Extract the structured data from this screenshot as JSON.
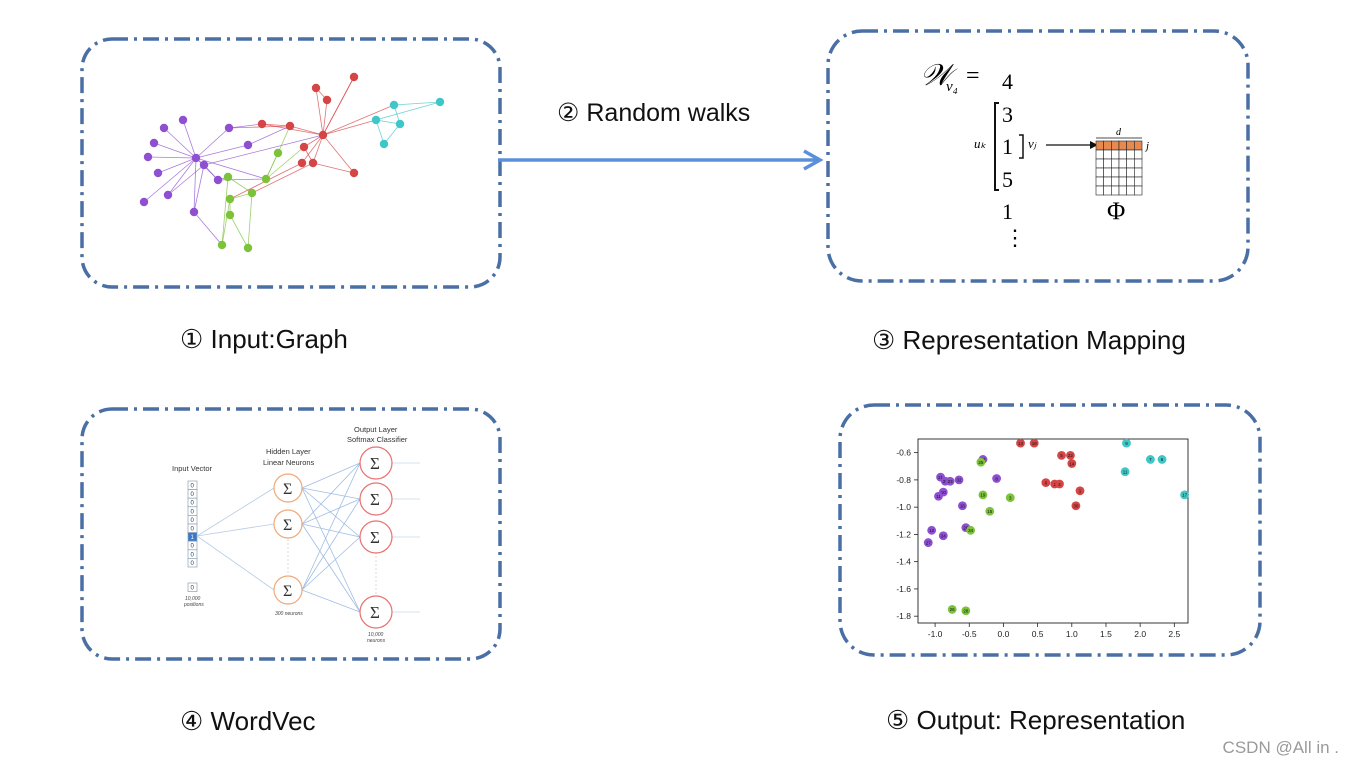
{
  "captions": {
    "input_graph": "① Input:Graph",
    "random_walks": "② Random walks",
    "representation_mapping": "③ Representation Mapping",
    "wordvec": "④ WordVec",
    "output": "⑤ Output: Representation"
  },
  "colors": {
    "frame": "#4a6fa5",
    "arrow": "#5b8fd9",
    "purple": "#8e4fd1",
    "green": "#7cc23a",
    "red": "#d64545",
    "cyan": "#3fc6c6",
    "orange": "#e88a4f"
  },
  "mapping": {
    "walk_label": "𝒲",
    "walk_sub": "v₄",
    "equals": "=",
    "sequence": [
      "4",
      "3",
      "1",
      "5",
      "1",
      "⋮"
    ],
    "uk": "uₖ",
    "vj": "vⱼ",
    "d": "d",
    "j": "j",
    "phi": "Φ"
  },
  "wordvec": {
    "input_title": "Input Vector",
    "hidden_title_1": "Hidden Layer",
    "hidden_title_2": "Linear Neurons",
    "output_title_1": "Output Layer",
    "output_title_2": "Softmax Classifier",
    "sigma": "Σ",
    "input_cells": [
      "0",
      "0",
      "0",
      "0",
      "0",
      "0",
      "1",
      "0",
      "0",
      "0"
    ],
    "last_cell": "0",
    "positions_1": "10,000",
    "positions_2": "positions",
    "hidden_count": "300 neurons",
    "output_count_1": "10,000",
    "output_count_2": "neurons"
  },
  "chart_data": {
    "type": "scatter",
    "xlim": [
      -1.25,
      2.7
    ],
    "ylim": [
      -1.85,
      -0.5
    ],
    "x_ticks": [
      "-1.0",
      "-0.5",
      "0.0",
      "0.5",
      "1.0",
      "1.5",
      "2.0",
      "2.5"
    ],
    "y_ticks": [
      "-0.6",
      "-0.8",
      "-1.0",
      "-1.2",
      "-1.4",
      "-1.6",
      "-1.8"
    ],
    "series": [
      {
        "color": "purple",
        "points": [
          {
            "x": -0.92,
            "y": -0.78,
            "label": "21"
          },
          {
            "x": -0.85,
            "y": -0.81,
            "label": "29"
          },
          {
            "x": -0.78,
            "y": -0.81,
            "label": "23"
          },
          {
            "x": -0.65,
            "y": -0.8,
            "label": "32"
          },
          {
            "x": -0.3,
            "y": -0.65,
            "label": "33"
          },
          {
            "x": -0.1,
            "y": -0.79,
            "label": "8"
          },
          {
            "x": -0.88,
            "y": -0.89,
            "label": "10"
          },
          {
            "x": -0.95,
            "y": -0.92,
            "label": "11"
          },
          {
            "x": -0.6,
            "y": -0.99,
            "label": "16"
          },
          {
            "x": -1.05,
            "y": -1.17,
            "label": "12"
          },
          {
            "x": -1.1,
            "y": -1.26,
            "label": "27"
          },
          {
            "x": -0.88,
            "y": -1.21,
            "label": "24"
          },
          {
            "x": -0.55,
            "y": -1.15,
            "label": "20"
          }
        ]
      },
      {
        "color": "green",
        "points": [
          {
            "x": -0.33,
            "y": -0.67,
            "label": "25"
          },
          {
            "x": -0.3,
            "y": -0.91,
            "label": "19"
          },
          {
            "x": -0.2,
            "y": -1.03,
            "label": "15"
          },
          {
            "x": 0.1,
            "y": -0.93,
            "label": "3"
          },
          {
            "x": -0.48,
            "y": -1.17,
            "label": "34"
          },
          {
            "x": -0.75,
            "y": -1.75,
            "label": "26"
          },
          {
            "x": -0.55,
            "y": -1.76,
            "label": "28"
          }
        ]
      },
      {
        "color": "red",
        "points": [
          {
            "x": 0.25,
            "y": -0.53,
            "label": "13"
          },
          {
            "x": 0.45,
            "y": -0.53,
            "label": "18"
          },
          {
            "x": 0.85,
            "y": -0.62,
            "label": "5"
          },
          {
            "x": 0.98,
            "y": -0.62,
            "label": "22"
          },
          {
            "x": 1.0,
            "y": -0.68,
            "label": "14"
          },
          {
            "x": 0.62,
            "y": -0.82,
            "label": "6"
          },
          {
            "x": 0.75,
            "y": -0.83,
            "label": "2"
          },
          {
            "x": 0.82,
            "y": -0.83,
            "label": "4"
          },
          {
            "x": 1.12,
            "y": -0.88,
            "label": "1"
          },
          {
            "x": 1.06,
            "y": -0.99,
            "label": "30"
          }
        ]
      },
      {
        "color": "cyan",
        "points": [
          {
            "x": 1.8,
            "y": -0.53,
            "label": "9"
          },
          {
            "x": 2.15,
            "y": -0.65,
            "label": "7"
          },
          {
            "x": 2.32,
            "y": -0.65,
            "label": "6"
          },
          {
            "x": 1.78,
            "y": -0.74,
            "label": "11"
          },
          {
            "x": 2.65,
            "y": -0.91,
            "label": "17"
          }
        ]
      }
    ]
  },
  "watermark": "CSDN @All in ."
}
